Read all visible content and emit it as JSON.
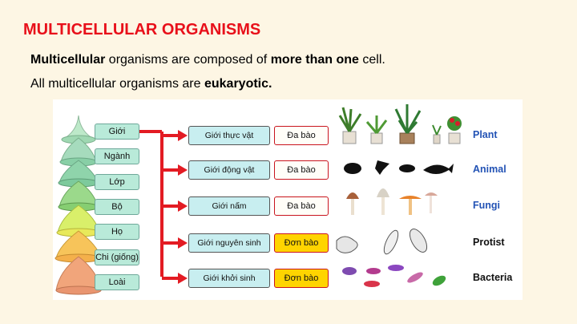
{
  "title": "MULTICELLULAR ORGANISMS",
  "line1": {
    "b1": "Multicellular",
    "t1": " organisms are composed of ",
    "b2": "more than one",
    "t2": " cell."
  },
  "line2": {
    "t1": "All multicellular organisms are ",
    "b1": "eukaryotic."
  },
  "ranks": [
    "Giới",
    "Ngành",
    "Lớp",
    "Bộ",
    "Họ",
    "Chi (giống)",
    "Loài"
  ],
  "kingdoms": [
    {
      "vn": "Giới thực vật",
      "cell": "Đa bào",
      "en": "Plant",
      "en_color": "#2353b5",
      "uni": false
    },
    {
      "vn": "Giới động vật",
      "cell": "Đa bào",
      "en": "Animal",
      "en_color": "#2353b5",
      "uni": false
    },
    {
      "vn": "Giới nấm",
      "cell": "Đa bào",
      "en": "Fungi",
      "en_color": "#2353b5",
      "uni": false
    },
    {
      "vn": "Giới nguyên sinh",
      "cell": "Đơn bào",
      "en": "Protist",
      "en_color": "#111111",
      "uni": true
    },
    {
      "vn": "Giới khởi sinh",
      "cell": "Đơn bào",
      "en": "Bacteria",
      "en_color": "#111111",
      "uni": true
    }
  ],
  "colors": {
    "title": "#e8101a",
    "arrow": "#e31b23",
    "multicell_fill": "#ffffff",
    "unicell_fill": "#ffd400"
  }
}
